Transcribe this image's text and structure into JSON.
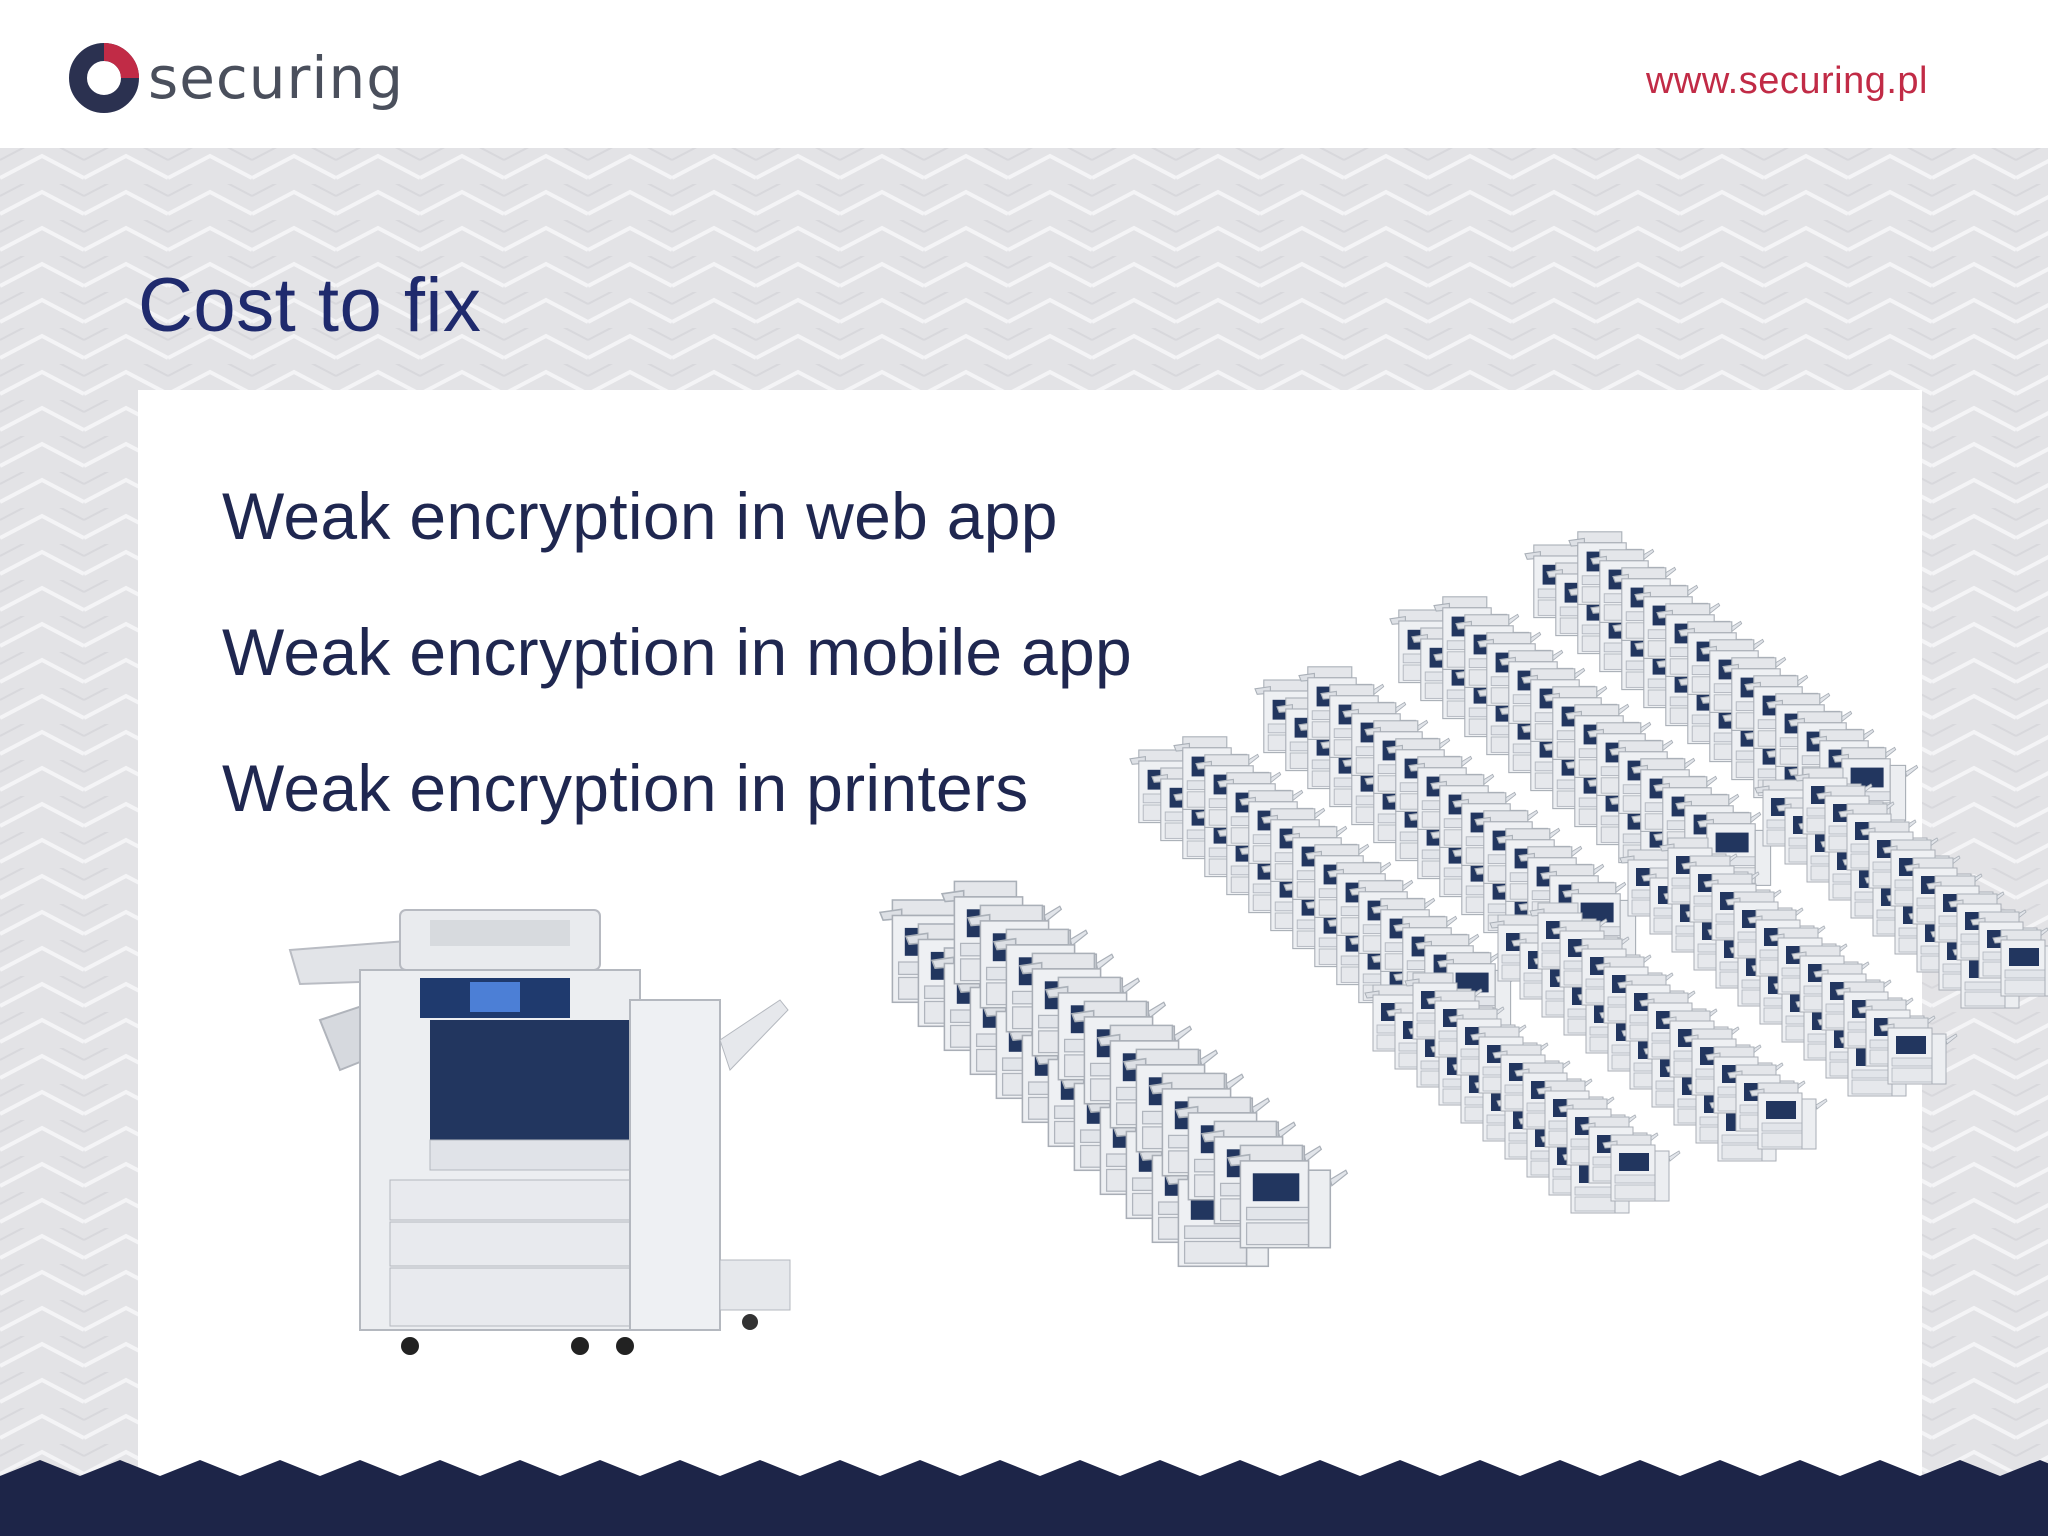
{
  "header": {
    "logo_text": "securing",
    "logo_icon": "securing-ring-logo",
    "url": "www.securing.pl"
  },
  "slide": {
    "title": "Cost to fix",
    "bullets": [
      "Weak encryption in web app",
      "Weak encryption in mobile app",
      "Weak encryption in printers"
    ]
  },
  "illustration": {
    "single_printer_icon": "printer-icon",
    "printer_grid_icon": "printer-icon"
  },
  "colors": {
    "brand_navy": "#1f2a6d",
    "text_navy": "#1f2750",
    "accent_red": "#c12b46",
    "footer_navy": "#1d2548",
    "pattern_gray": "#e6e6e8"
  }
}
